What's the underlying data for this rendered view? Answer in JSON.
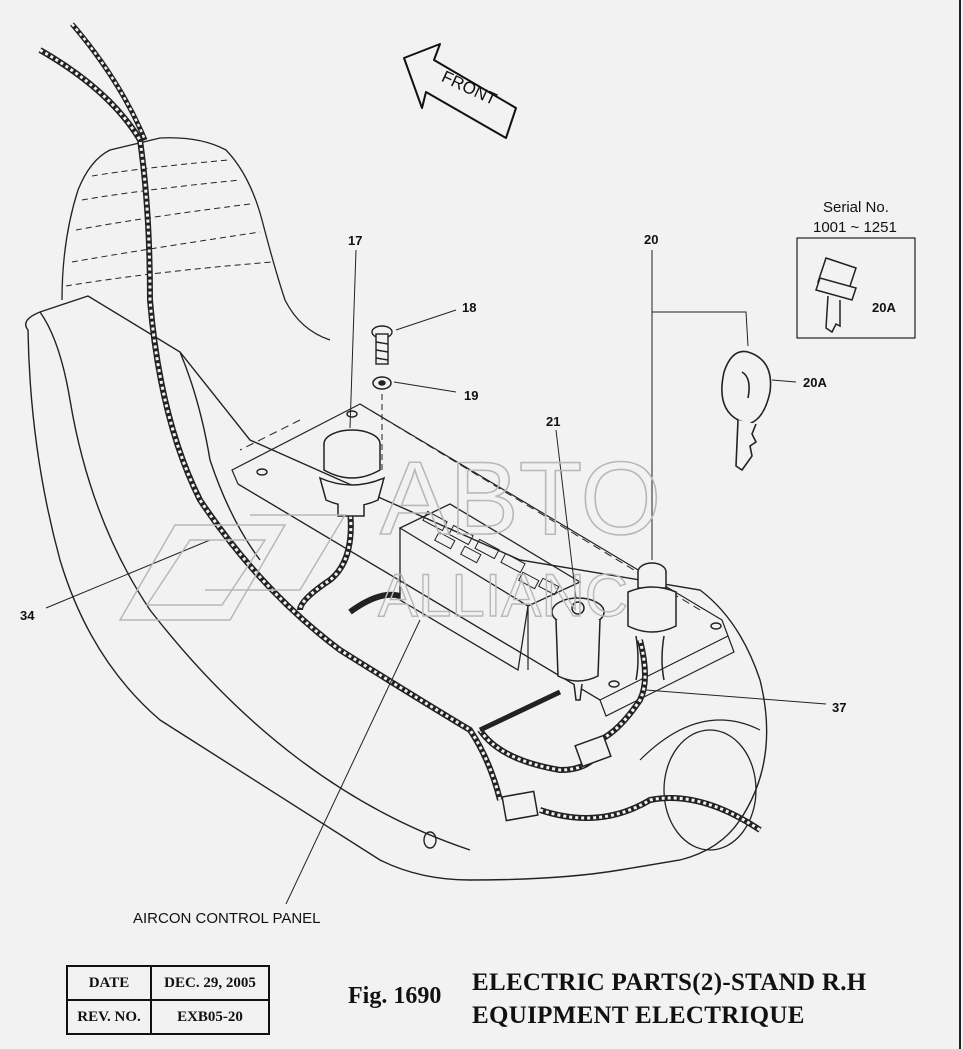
{
  "direction": "FRONT",
  "serial_box": {
    "line1": "Serial No.",
    "line2": "1001 ~ 1251",
    "callout": "20A"
  },
  "callouts": {
    "c17": "17",
    "c18": "18",
    "c19": "19",
    "c20": "20",
    "c20a": "20A",
    "c21": "21",
    "c34": "34",
    "c37": "37"
  },
  "aircon_label": "AIRCON CONTROL PANEL",
  "watermark": {
    "line1": "ABTO",
    "line2": "ALLIANC"
  },
  "info": {
    "date_label": "DATE",
    "date_value": "DEC. 29, 2005",
    "rev_label": "REV. NO.",
    "rev_value": "EXB05-20"
  },
  "figure": {
    "number": "Fig. 1690",
    "title_line1": "ELECTRIC PARTS(2)-STAND R.H",
    "title_line2": "EQUIPMENT ELECTRIQUE"
  }
}
